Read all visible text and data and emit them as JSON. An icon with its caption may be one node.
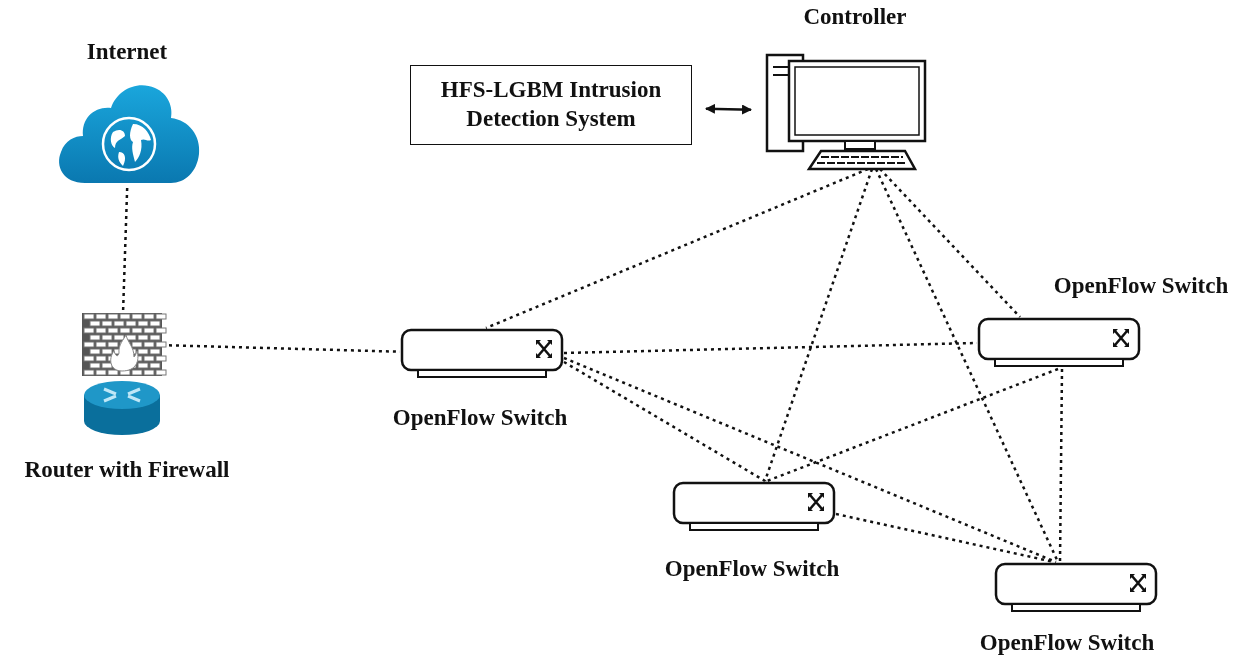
{
  "diagram": {
    "nodes": [
      {
        "text": [
          "Internet"
        ]
      },
      {
        "text": [
          "Router with Firewall"
        ]
      },
      {
        "text": [
          "HFS-LGBM Intrusion Detection System"
        ]
      },
      {
        "text": [
          "Controller"
        ]
      },
      {
        "text": [
          "OpenFlow Switch"
        ]
      },
      {
        "text": [
          "OpenFlow Switch"
        ]
      },
      {
        "text": [
          "OpenFlow Switch"
        ]
      },
      {
        "text": [
          "OpenFlow Switch"
        ]
      }
    ],
    "edges": [
      {
        "from": 0,
        "to": 1,
        "arrow": "none",
        "style": "dashed"
      },
      {
        "from": 1,
        "to": 4,
        "arrow": "none",
        "style": "dashed"
      },
      {
        "from": 2,
        "to": 3,
        "arrow": "both"
      },
      {
        "from": 3,
        "to": 4,
        "arrow": "none",
        "style": "dashed"
      },
      {
        "from": 3,
        "to": 6,
        "arrow": "none",
        "style": "dashed"
      },
      {
        "from": 3,
        "to": 5,
        "arrow": "none",
        "style": "dashed"
      },
      {
        "from": 3,
        "to": 7,
        "arrow": "none",
        "style": "dashed"
      },
      {
        "from": 4,
        "to": 5,
        "arrow": "none",
        "style": "dashed"
      },
      {
        "from": 4,
        "to": 6,
        "arrow": "none",
        "style": "dashed"
      },
      {
        "from": 4,
        "to": 7,
        "arrow": "none",
        "style": "dashed"
      },
      {
        "from": 5,
        "to": 6,
        "arrow": "none",
        "style": "dashed"
      },
      {
        "from": 5,
        "to": 7,
        "arrow": "none",
        "style": "dashed"
      },
      {
        "from": 6,
        "to": 7,
        "arrow": "none",
        "style": "dashed"
      }
    ]
  }
}
